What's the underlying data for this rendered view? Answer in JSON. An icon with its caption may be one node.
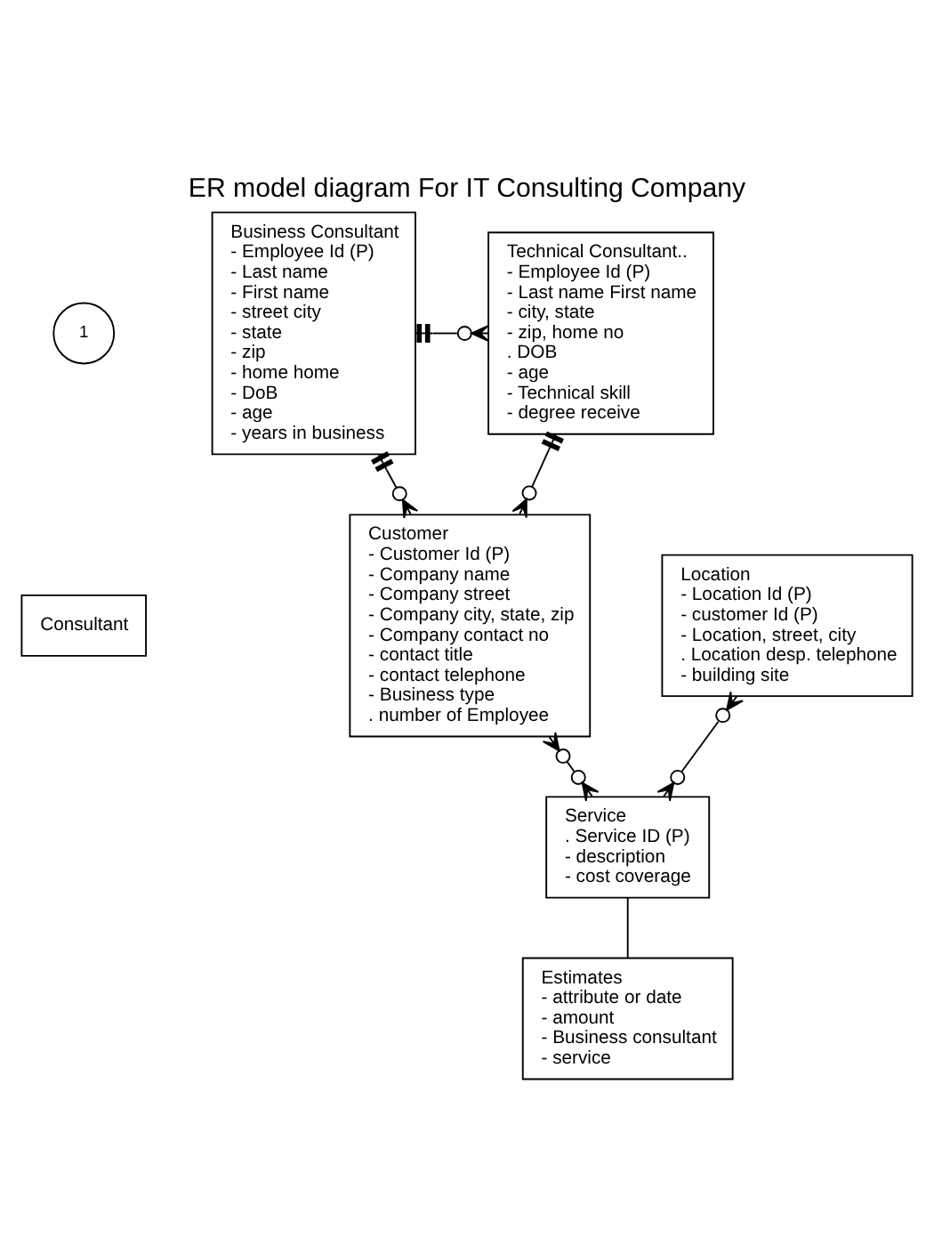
{
  "diagram": {
    "title": "ER model diagram For IT Consulting Company",
    "nodes": [
      {
        "text": [
          "Consultant"
        ]
      },
      {
        "text": [
          "Business Consultant",
          "- Employee Id (P)",
          "- Last name",
          "- First name",
          "- street city",
          "- state",
          "- zip",
          "- home home",
          "- DoB",
          "- age",
          "- years in business"
        ]
      },
      {
        "text": [
          "Technical Consultant..",
          "- Employee Id (P)",
          "- Last name First name",
          "- city, state",
          "- zip, home no",
          ". DOB",
          "- age",
          "- Technical skill",
          "- degree receive"
        ]
      },
      {
        "text": [
          "Customer",
          "- Customer Id (P)",
          "- Company name",
          "- Company street",
          "- Company city, state, zip",
          "- Company contact no",
          "- contact title",
          "- contact telephone",
          "- Business type",
          ". number of Employee"
        ]
      },
      {
        "text": [
          "Location",
          "- Location Id (P)",
          "- customer Id (P)",
          "- Location, street, city",
          ". Location desp. telephone",
          "- building site"
        ]
      },
      {
        "text": [
          "Service",
          ". Service ID (P)",
          "- description",
          "- cost coverage"
        ]
      },
      {
        "text": [
          "Estimates",
          "- attribute or date",
          "- amount",
          "- Business consultant",
          "- service"
        ]
      }
    ],
    "edges": [
      {
        "from": 1,
        "to": 2,
        "arrow": "other"
      },
      {
        "from": 1,
        "to": 3,
        "arrow": "other"
      },
      {
        "from": 2,
        "to": 3,
        "arrow": "other"
      },
      {
        "from": 3,
        "to": 5,
        "arrow": "other"
      },
      {
        "from": 4,
        "to": 5,
        "arrow": "other"
      },
      {
        "from": 5,
        "to": 6,
        "arrow": "none"
      }
    ],
    "labels": [
      "1"
    ]
  }
}
